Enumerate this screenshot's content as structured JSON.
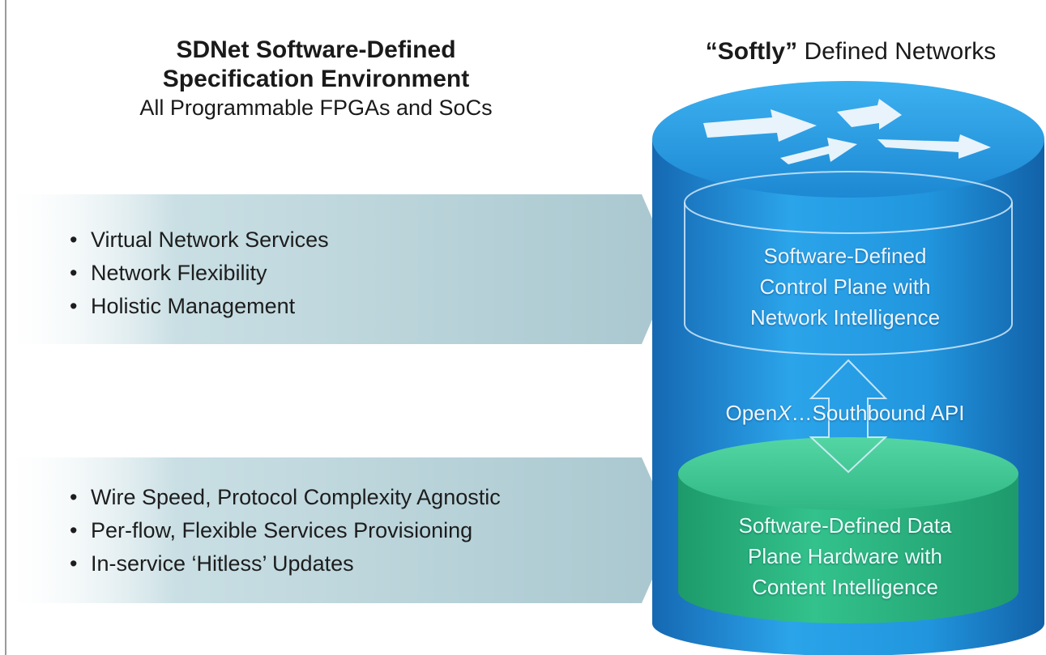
{
  "left_header": {
    "line1": "SDNet Software-Defined",
    "line2": "Specification Environment",
    "line3": "All Programmable FPGAs and SoCs"
  },
  "right_header": {
    "bold_part": "“Softly”",
    "rest": "Defined Networks"
  },
  "top_band": {
    "items": [
      "Virtual Network Services",
      "Network Flexibility",
      "Holistic Management"
    ]
  },
  "bottom_band": {
    "items": [
      "Wire Speed, Protocol Complexity Agnostic",
      "Per-flow, Flexible Services Provisioning",
      "In-service ‘Hitless’ Updates"
    ]
  },
  "cylinder": {
    "control_plane": [
      "Software-Defined",
      "Control Plane with",
      "Network Intelligence"
    ],
    "api_label_prefix": "Open",
    "api_label_x": "X",
    "api_label_suffix": "…Southbound API",
    "data_plane": [
      "Software-Defined Data",
      "Plane Hardware with",
      "Content Intelligence"
    ]
  },
  "colors": {
    "cylinder_blue": "#1e8fd8",
    "cylinder_blue_dark": "#1467b0",
    "data_green": "#27b07e",
    "band_teal": "#bcd6dc"
  }
}
